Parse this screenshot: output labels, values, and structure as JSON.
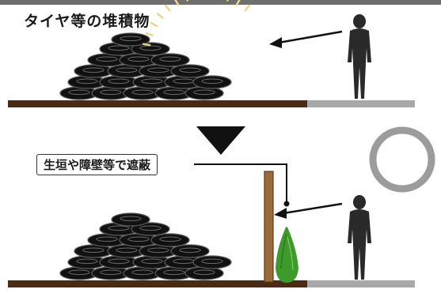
{
  "top_panel": {
    "caption": "タイヤ等の堆積物"
  },
  "bottom_panel": {
    "callout": "生垣や障壁等で遮蔽"
  },
  "colors": {
    "ground_dark": "#4a2a12",
    "ground_grey": "#a8a8a8",
    "tire": "#111111",
    "glare": "#e8d78a",
    "wall": "#9a6a3a",
    "shrub": "#3f9a2c",
    "sun_ring": "#9c9c9c",
    "person": "#2a2a2a"
  },
  "icons": [
    "tire-pile",
    "glare-arc",
    "person-silhouette",
    "down-arrow",
    "wall",
    "shrub",
    "sun-ring"
  ]
}
